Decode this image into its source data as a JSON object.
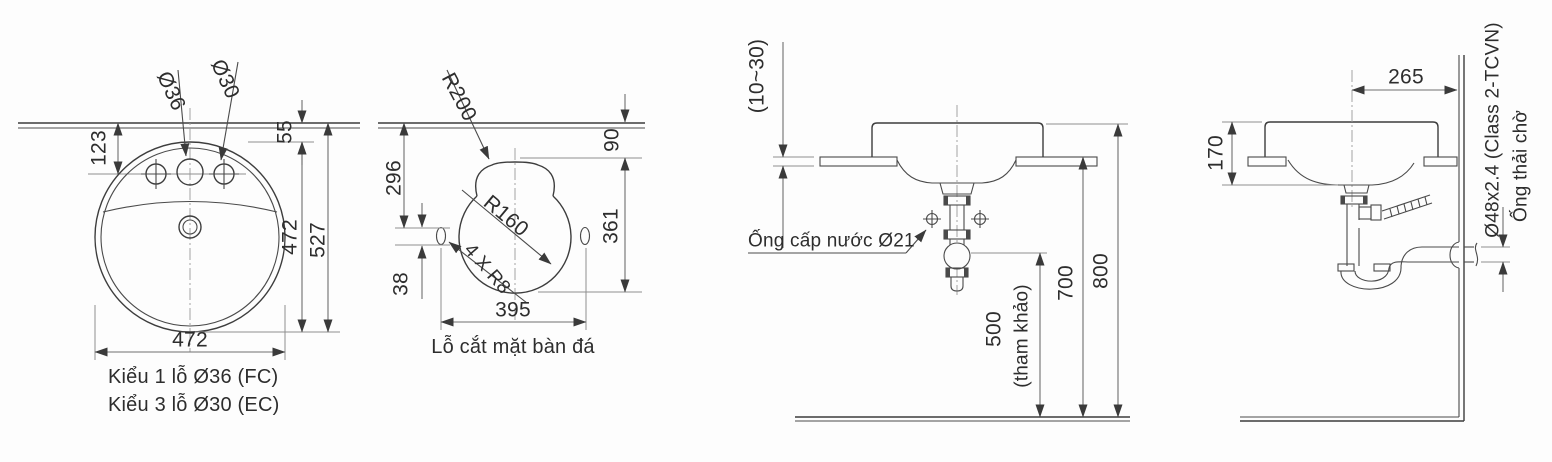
{
  "drawing": {
    "top_view": {
      "hole_label_main": "Ø36",
      "hole_label_side": "Ø30",
      "dim_counter_to_holes": "123",
      "dim_counter_to_rim": "55",
      "dim_bowl_diameter": "472",
      "dim_counter_to_front": "527",
      "dim_width": "472",
      "captions": [
        "Kiểu 1 lỗ Ø36 (FC)",
        "Kiểu 3 lỗ Ø30 (EC)"
      ]
    },
    "cutout_view": {
      "radius_top": "R200",
      "dim_counter_to_slot": "296",
      "dim_counter_to_top": "90",
      "radius_main": "R160",
      "corner_radius_note": "4 X R8",
      "dim_slot_height": "38",
      "dim_cutout_height": "361",
      "dim_cutout_width": "395",
      "caption": "Lỗ cắt mặt bàn đá"
    },
    "install_front_view": {
      "dim_counter_thickness": "(10~30)",
      "supply_pipe_label": "Ống cấp nước Ø21",
      "dim_supply_height": "500",
      "dim_supply_height_note": "(tham khảo)",
      "dim_counter_height": "700",
      "dim_rim_height": "800"
    },
    "install_side_view": {
      "dim_center_to_wall": "265",
      "dim_basin_height": "170",
      "drain_pipe_spec": "Ø48x2.4 (Class 2-TCVN)",
      "drain_pipe_label": "Ống thải chờ"
    }
  },
  "colors": {
    "background": "#fdfdfd",
    "object_line": "#3d3d3d",
    "dimension_line": "#6f6f6f",
    "text": "#2d2d2d"
  }
}
